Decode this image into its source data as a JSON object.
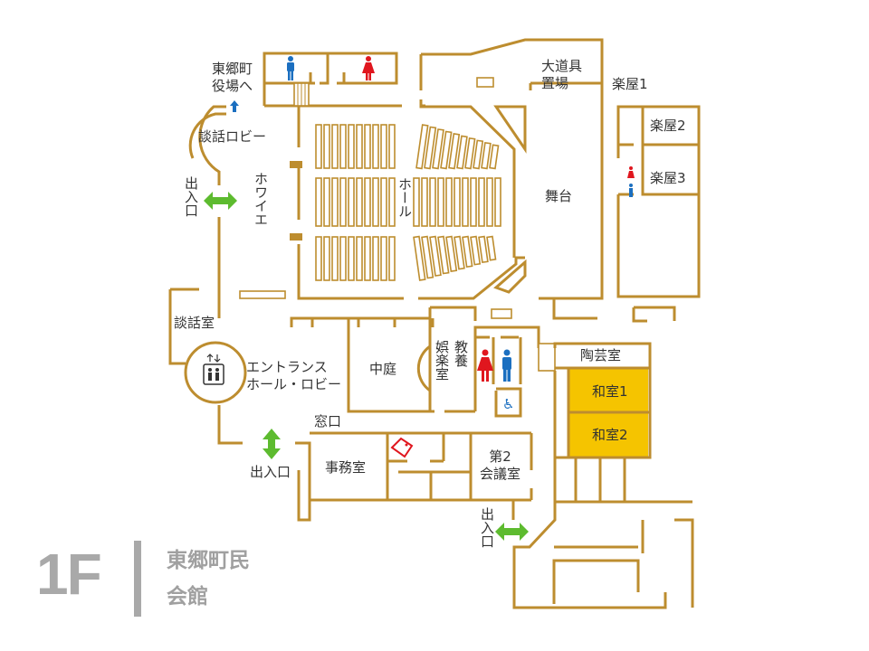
{
  "floor": "1F",
  "building_name": [
    "東郷町民",
    "会館"
  ],
  "colors": {
    "wall": "#bd8d2f",
    "japanese_room": "#f5c400",
    "entrance_arrow": "#5dbb2f",
    "men": "#1b6fc0",
    "women": "#e0161e",
    "gray": "#a9a9a9"
  },
  "rooms": {
    "to_town_hall": [
      "東郷町",
      "役場へ"
    ],
    "talk_lobby": "談話ロビー",
    "foyer": "ホワイエ",
    "hall": "ホール",
    "prop_storage": [
      "大道具",
      "置場"
    ],
    "stage": "舞台",
    "dressing1": "楽屋1",
    "dressing2": "楽屋2",
    "dressing3": "楽屋3",
    "talk_room": "談話室",
    "entrance_hall": [
      "エントランス",
      "ホール・ロビー"
    ],
    "courtyard": "中庭",
    "culture_room_a": "教養",
    "culture_room_b": "娯楽室",
    "pottery_room": "陶芸室",
    "japanese_room1": "和室1",
    "japanese_room2": "和室2",
    "window": "窓口",
    "office": "事務室",
    "meeting_room2": [
      "第2",
      "会議室"
    ],
    "entrance": "出入口"
  },
  "icons": [
    "men-toilet-icon",
    "women-toilet-icon",
    "elevator-icon",
    "wheelchair-icon",
    "tag-icon",
    "up-arrow-icon",
    "double-arrow-icon"
  ]
}
